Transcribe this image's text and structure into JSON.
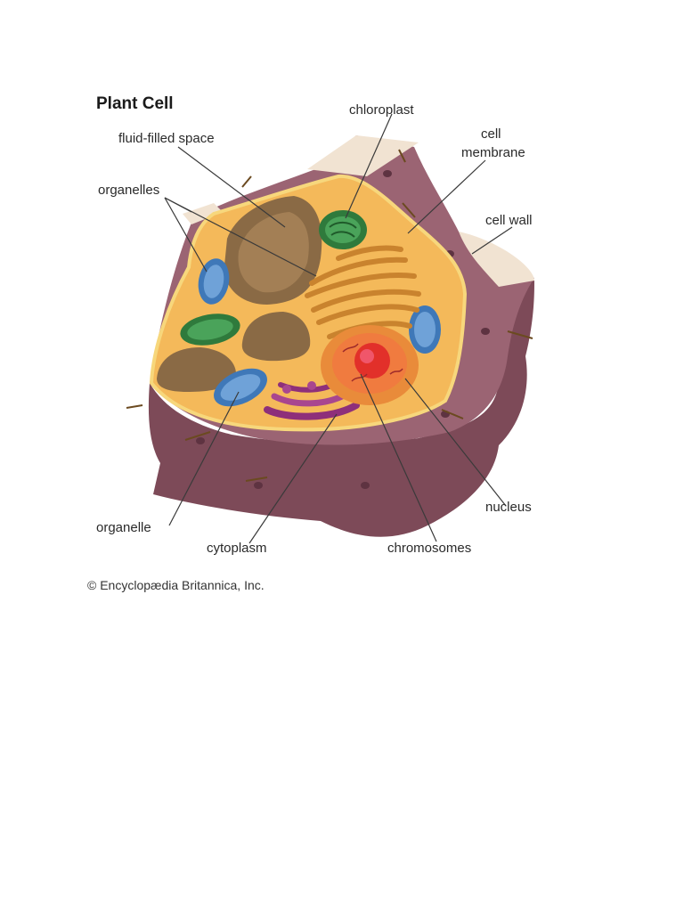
{
  "title": "Plant Cell",
  "labels": {
    "fluid_filled_space": "fluid-filled space",
    "organelles": "organelles",
    "chloroplast": "chloroplast",
    "cell_membrane_line1": "cell",
    "cell_membrane_line2": "membrane",
    "cell_wall": "cell wall",
    "organelle": "organelle",
    "cytoplasm": "cytoplasm",
    "chromosomes": "chromosomes",
    "nucleus": "nucleus"
  },
  "copyright": "© Encyclopædia Britannica, Inc.",
  "colors": {
    "cell_wall": "#8f5a68",
    "cytoplasm": "#f4b95a",
    "chloroplast": "#2f7a3c",
    "mitochondrion": "#3f78b8",
    "vacuole": "#8a6a45",
    "golgi": "#8e2f7a",
    "nucleus": "#e24a2a"
  }
}
